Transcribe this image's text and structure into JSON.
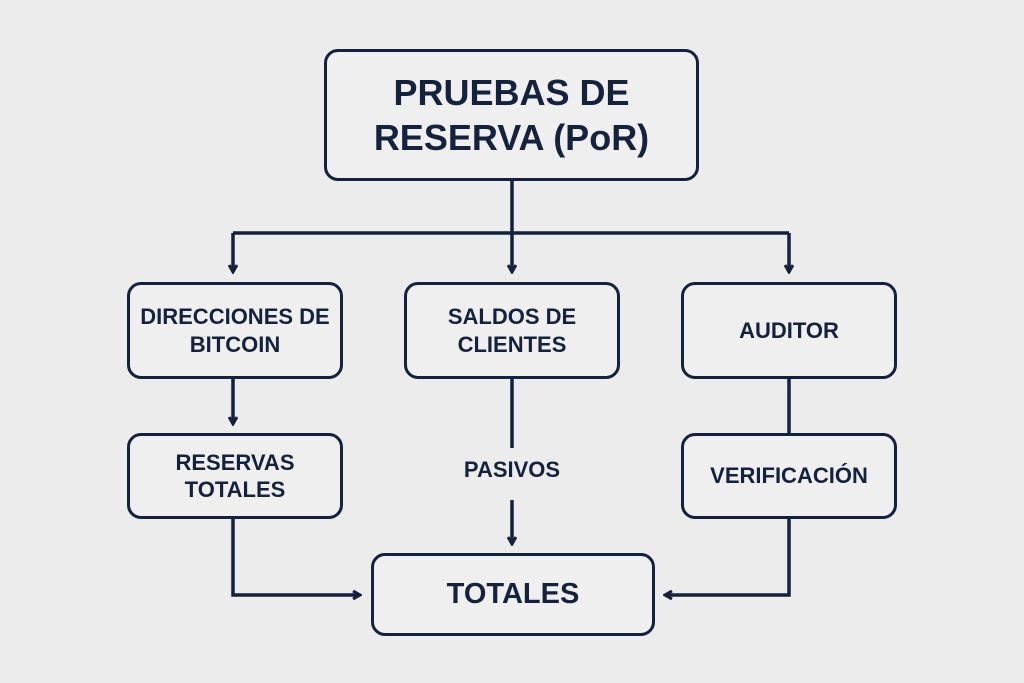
{
  "diagram": {
    "title": "PRUEBAS DE RESERVA (PoR)",
    "nodes": {
      "direcciones": "DIRECCIONES DE BITCOIN",
      "saldos": "SALDOS DE CLIENTES",
      "auditor": "AUDITOR",
      "reservas": "RESERVAS TOTALES",
      "verificacion": "VERIFICACIÓN",
      "totales": "TOTALES"
    },
    "edge_labels": {
      "pasivos": "PASIVOS"
    },
    "colors": {
      "stroke": "#14223d",
      "background": "#ececec"
    }
  }
}
